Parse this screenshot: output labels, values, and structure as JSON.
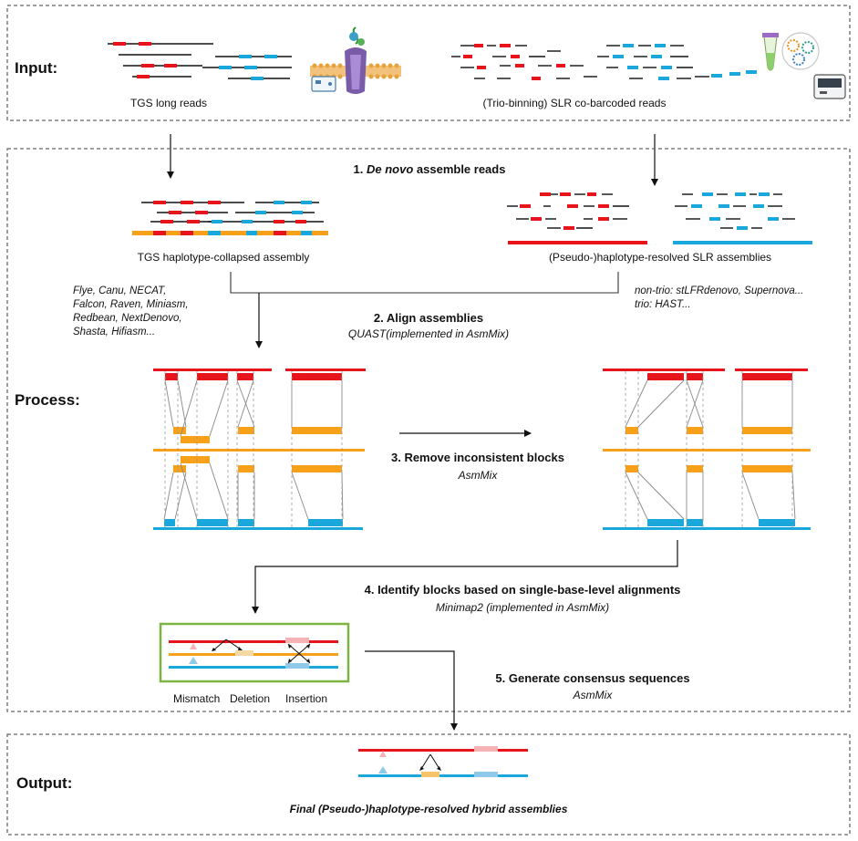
{
  "sections": {
    "input": "Input:",
    "process": "Process:",
    "output": "Output:"
  },
  "input": {
    "tgs_label": "TGS long reads",
    "slr_label": "(Trio-binning) SLR co-barcoded reads"
  },
  "step1": {
    "num": "1.",
    "italic": "De novo",
    "rest": " assemble reads",
    "tgs_label": "TGS haplotype-collapsed assembly",
    "slr_label": "(Pseudo-)haplotype-resolved SLR assemblies"
  },
  "tools_left": [
    "Flye, Canu, NECAT,",
    "Falcon, Raven, Miniasm,",
    "Redbean, NextDenovo,",
    "Shasta, Hifiasm..."
  ],
  "tools_right": [
    "non-trio: stLFRdenovo, Supernova...",
    "trio: HAST..."
  ],
  "step2": {
    "title": "2. Align assemblies",
    "tool": "QUAST(implemented in AsmMix)"
  },
  "step3": {
    "title": "3. Remove inconsistent blocks",
    "tool": "AsmMix"
  },
  "step4": {
    "title": "4. Identify blocks based on single-base-level alignments",
    "tool": "Minimap2 (implemented in AsmMix)"
  },
  "step4_box_labels": {
    "mismatch": "Mismatch",
    "deletion": "Deletion",
    "insertion": "Insertion"
  },
  "step5": {
    "title": "5. Generate consensus sequences",
    "tool": "AsmMix"
  },
  "output": {
    "label": "Final (Pseudo-)haplotype-resolved hybrid assemblies"
  },
  "colors": {
    "red": "#e8141c",
    "blue": "#1aa7dc",
    "orange": "#f7a11a",
    "green": "#7cb342",
    "pink": "#f5b3b5",
    "lightblue": "#8fc9ea",
    "gray": "#888888"
  },
  "icons": [
    "nanopore-icon",
    "flowcell-device-icon",
    "test-tube-icon",
    "microbeads-icon",
    "sequencer-icon"
  ]
}
